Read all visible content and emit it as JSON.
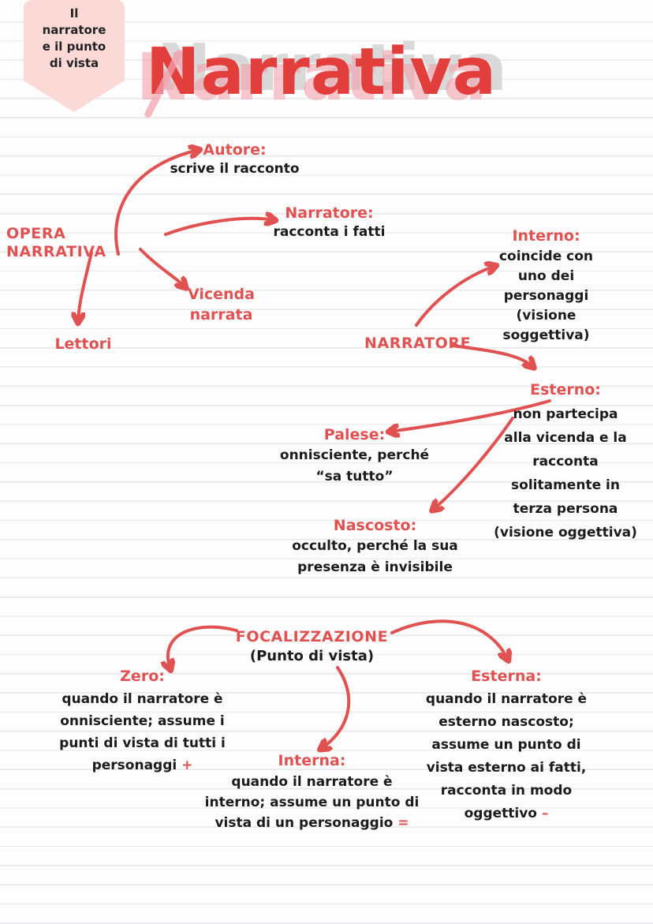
{
  "page": {
    "title": "Narrativa",
    "note_lines": [
      "Il",
      "narratore",
      "e il punto",
      "di vista"
    ]
  },
  "colors": {
    "accent_red": "#e05251",
    "title_red": "#e23e3c",
    "title_shadow_gray": "#d6d6d6",
    "title_pink_accent": "#f2a2ad",
    "note_pink": "#fbd9d7",
    "text_black": "#1b1b1b",
    "rule_line": "#e8e8ea"
  },
  "nodes": {
    "opera": {
      "label": "OPERA NARRATIVA"
    },
    "autore": {
      "label": "Autore:",
      "desc": "scrive il racconto"
    },
    "narratore": {
      "label": "Narratore:",
      "desc": "racconta i fatti"
    },
    "vicenda": {
      "label_lines": [
        "Vicenda",
        "narrata"
      ]
    },
    "lettori": {
      "label": "Lettori"
    },
    "narratore_caps": {
      "label": "NARRATORE"
    },
    "interno": {
      "label": "Interno:",
      "desc_lines": [
        "coincide con",
        "uno dei",
        "personaggi",
        "(visione",
        "soggettiva)"
      ]
    },
    "esterno": {
      "label": "Esterno:",
      "desc_lines": [
        "non partecipa",
        "alla vicenda e la",
        "racconta",
        "solitamente in",
        "terza persona",
        "(visione oggettiva)"
      ]
    },
    "palese": {
      "label": "Palese:",
      "desc_lines": [
        "onnisciente, perché",
        "“sa tutto”"
      ]
    },
    "nascosto": {
      "label": "Nascosto:",
      "desc_lines": [
        "occulto, perché la sua",
        "presenza è invisibile"
      ]
    },
    "focalizzazione": {
      "label": "FOCALIZZAZIONE",
      "sub": "(Punto di vista)"
    },
    "zero": {
      "label": "Zero:",
      "desc_lines": [
        "quando il narratore è",
        "onnisciente; assume i",
        "punti di vista di tutti i",
        "personaggi"
      ],
      "suffix": "+"
    },
    "interna": {
      "label": "Interna:",
      "desc_lines": [
        "quando il narratore è",
        "interno; assume un punto di",
        "vista di un personaggio"
      ],
      "suffix": "="
    },
    "esterna": {
      "label": "Esterna:",
      "desc_lines": [
        "quando il narratore è",
        "esterno nascosto;",
        "assume un punto di",
        "vista esterno ai fatti,",
        "racconta in modo",
        "oggettivo"
      ],
      "suffix": "–"
    }
  }
}
